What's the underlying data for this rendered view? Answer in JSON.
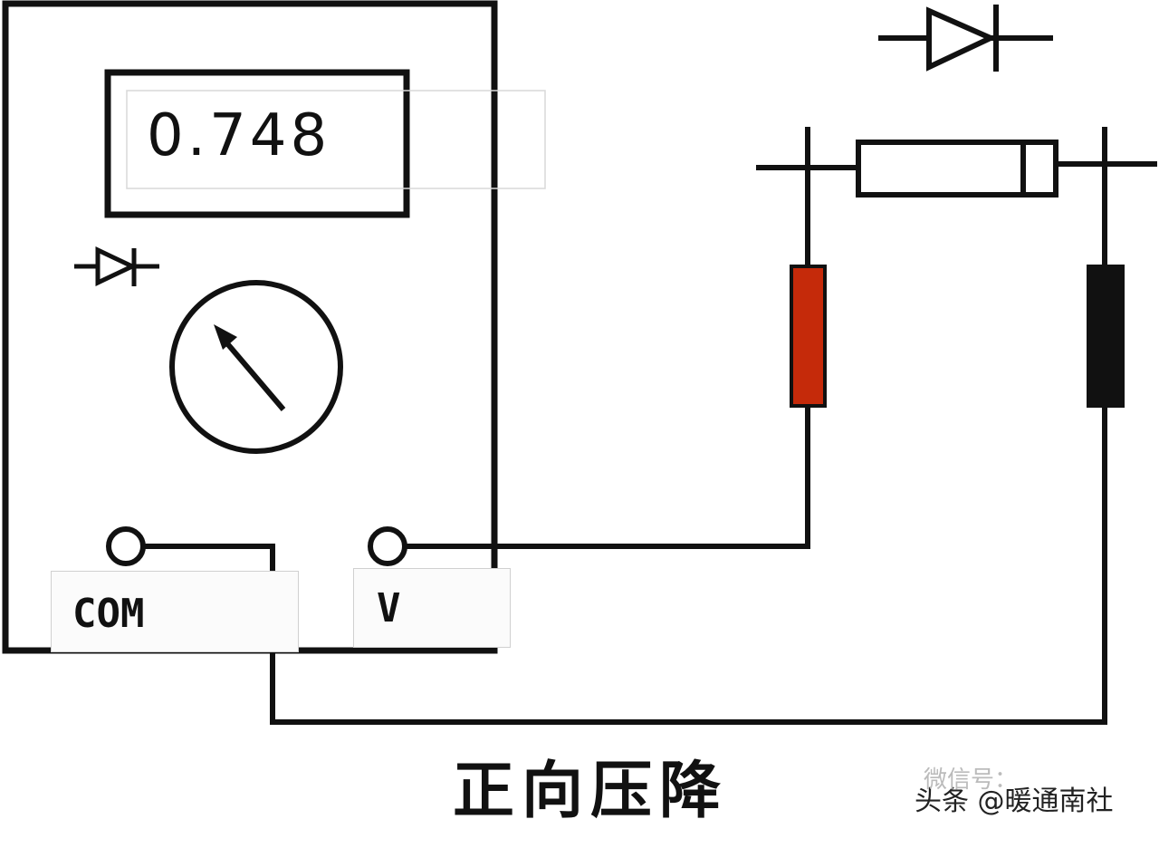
{
  "meter": {
    "reading": "0.748",
    "mode_icon": "diode-icon",
    "ports": {
      "com_label": "COM",
      "v_label": "V"
    }
  },
  "component": {
    "symbol": "diode-icon"
  },
  "caption": "正向压降",
  "watermark": {
    "line1": "微信号：",
    "line2": "头条 @暖通南社"
  },
  "colors": {
    "stroke": "#111111",
    "red_probe": "#c52a0a",
    "black_probe": "#111111",
    "background": "#ffffff"
  }
}
